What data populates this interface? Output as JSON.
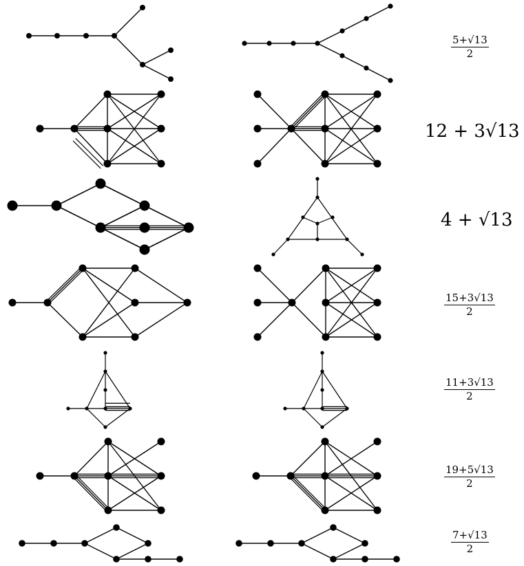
{
  "rows": [
    {
      "value_type": "frac",
      "numerator": "5+√13",
      "denominator": "2"
    },
    {
      "value_type": "plain",
      "text": "12 + 3√13"
    },
    {
      "value_type": "plain",
      "text": "4 + √13"
    },
    {
      "value_type": "frac",
      "numerator": "15+3√13",
      "denominator": "2"
    },
    {
      "value_type": "frac",
      "numerator": "11+3√13",
      "denominator": "2"
    },
    {
      "value_type": "frac",
      "numerator": "19+5√13",
      "denominator": "2"
    },
    {
      "value_type": "frac",
      "numerator": "7+√13",
      "denominator": "2"
    }
  ]
}
